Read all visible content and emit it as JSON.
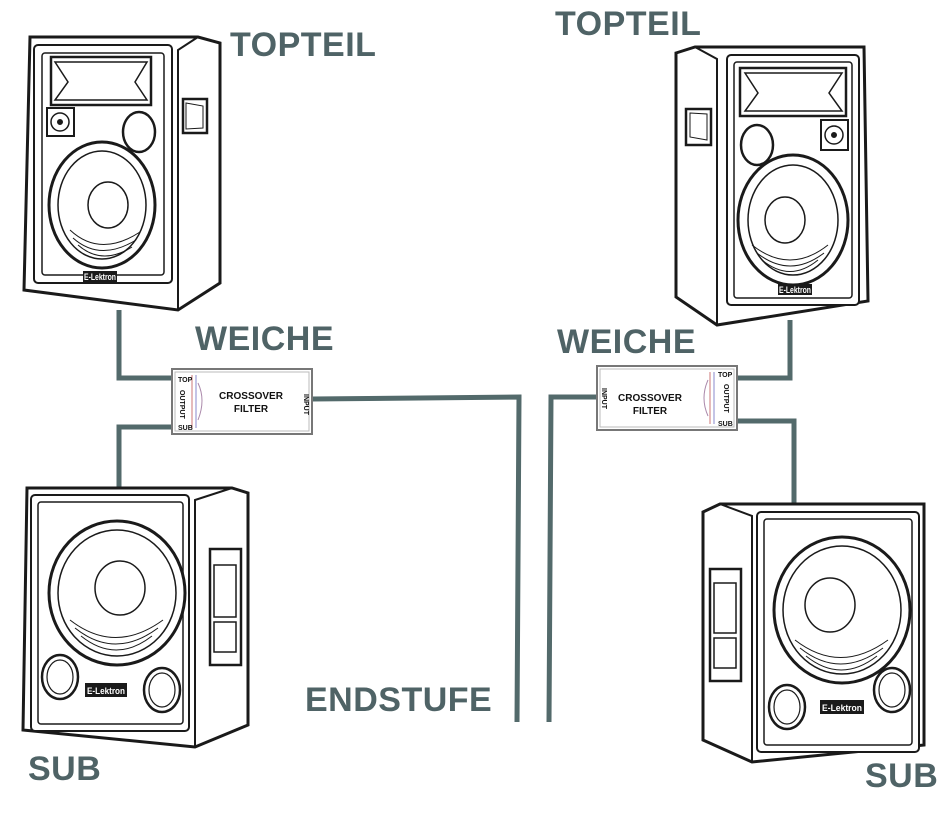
{
  "labels": {
    "topteil_left": "TOPTEIL",
    "topteil_right": "TOPTEIL",
    "weiche_left": "WEICHE",
    "weiche_right": "WEICHE",
    "endstufe": "ENDSTUFE",
    "sub_left": "SUB",
    "sub_right": "SUB"
  },
  "crossover": {
    "line1": "CROSSOVER",
    "line2": "FILTER",
    "top": "TOP",
    "sub": "SUB",
    "output": "OUTPUT",
    "input": "INPUT"
  },
  "brand": "E-Lektron",
  "colors": {
    "cable": "#536a6b",
    "label": "#4f6366",
    "outline": "#1a1a1a"
  }
}
